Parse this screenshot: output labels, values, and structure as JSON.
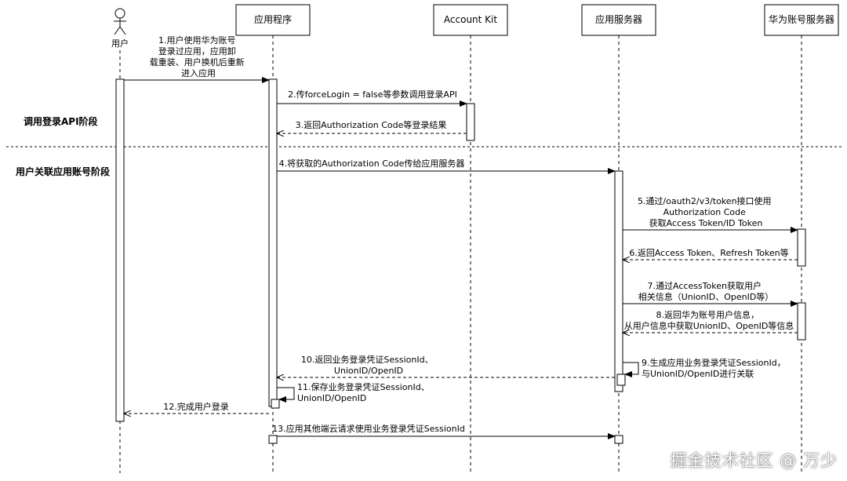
{
  "participants": {
    "user": "用户",
    "app": "应用程序",
    "kit": "Account Kit",
    "app_server": "应用服务器",
    "huawei_server": "华为账号服务器"
  },
  "phases": {
    "login_api": "调用登录API阶段",
    "link_account": "用户关联应用账号阶段"
  },
  "messages": {
    "m1": [
      "1.用户使用华为账号",
      "登录过应用，应用卸",
      "载重装、用户换机后重新",
      "进入应用"
    ],
    "m2": "2.传forceLogin = false等参数调用登录API",
    "m3": "3.返回Authorization Code等登录结果",
    "m4": "4.将获取的Authorization Code传给应用服务器",
    "m5": [
      "5.通过/oauth2/v3/token接口使用",
      "Authorization Code",
      "获取Access Token/ID Token"
    ],
    "m6": "6.返回Access Token、Refresh Token等",
    "m7": [
      "7.通过AccessToken获取用户",
      "相关信息（UnionID、OpenID等）"
    ],
    "m8": [
      "8.返回华为账号用户信息，",
      "从用户信息中获取UnionID、OpenID等信息"
    ],
    "m9": [
      "9.生成应用业务登录凭证SessionId，",
      "与UnionID/OpenID进行关联"
    ],
    "m10": [
      "10.返回业务登录凭证SessionId、",
      "UnionID/OpenID"
    ],
    "m11": [
      "11.保存业务登录凭证SessionId、",
      "UnionID/OpenID"
    ],
    "m12": "12.完成用户登录",
    "m13": "13.应用其他端云请求使用业务登录凭证SessionId"
  },
  "watermark": "掘金技术社区 @ 万少"
}
